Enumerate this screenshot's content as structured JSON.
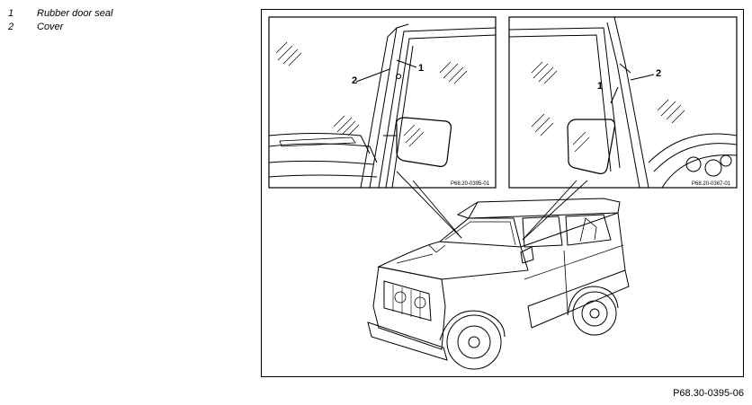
{
  "legend": [
    {
      "number": "1",
      "label": "Rubber door seal"
    },
    {
      "number": "2",
      "label": "Cover"
    }
  ],
  "figure": {
    "left_panel": {
      "callouts": [
        "2",
        "1"
      ],
      "code": "P68.20-0395-01"
    },
    "right_panel": {
      "callouts": [
        "1",
        "2"
      ],
      "code": "P68.20-0367-01"
    }
  },
  "reference": "P68.30-0395-06"
}
